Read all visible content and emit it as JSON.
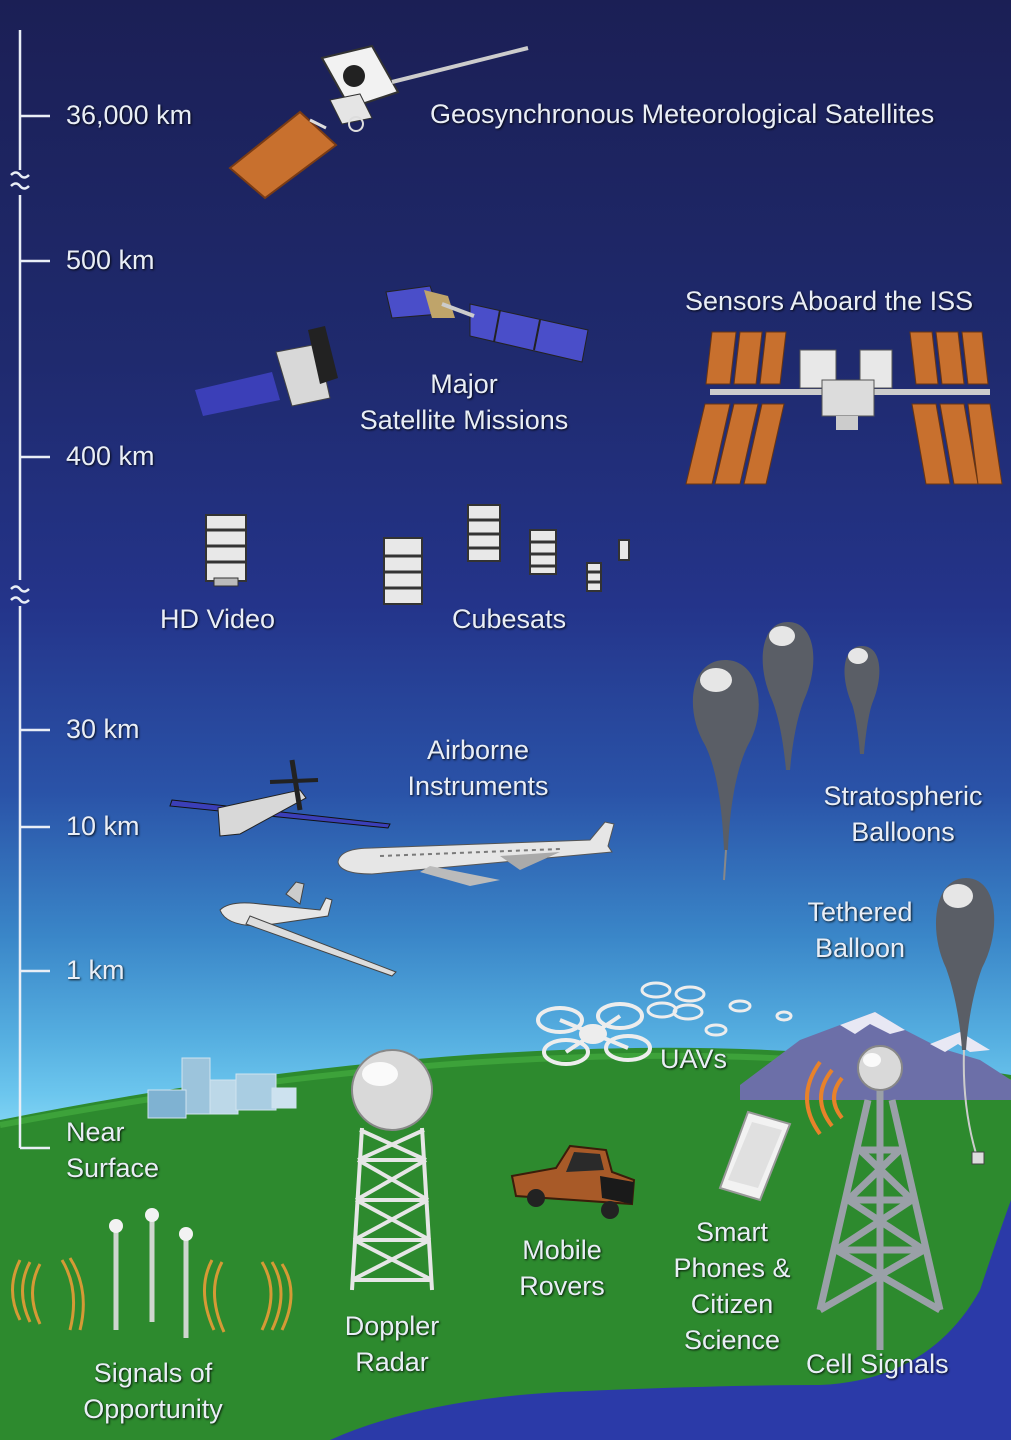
{
  "altitude_axis": {
    "ticks": [
      "36,000 km",
      "500 km",
      "400 km",
      "30 km",
      "10 km",
      "1 km"
    ],
    "near_surface": [
      "Near",
      "Surface"
    ]
  },
  "labels": {
    "geo_satellites": "Geosynchronous Meteorological Satellites",
    "iss": "Sensors Aboard the ISS",
    "major_missions": [
      "Major",
      "Satellite Missions"
    ],
    "hd_video": "HD Video",
    "cubesats": "Cubesats",
    "airborne": [
      "Airborne",
      "Instruments"
    ],
    "stratospheric": [
      "Stratospheric",
      "Balloons"
    ],
    "tethered": [
      "Tethered",
      "Balloon"
    ],
    "uavs": "UAVs",
    "mobile_rovers": [
      "Mobile",
      "Rovers"
    ],
    "smart_phones": [
      "Smart",
      "Phones &",
      "Citizen",
      "Science"
    ],
    "doppler": [
      "Doppler",
      "Radar"
    ],
    "signals": [
      "Signals of",
      "Opportunity"
    ],
    "cell_signals": "Cell Signals"
  },
  "colors": {
    "sky_top": "#1b1f55",
    "sky_bottom": "#7fd3f3",
    "ground": "#2d8a2e",
    "water": "#2b3aa8",
    "solar_orange": "#c8702e",
    "solar_blue": "#3b3fb8",
    "signal_orange": "#e8822a"
  }
}
